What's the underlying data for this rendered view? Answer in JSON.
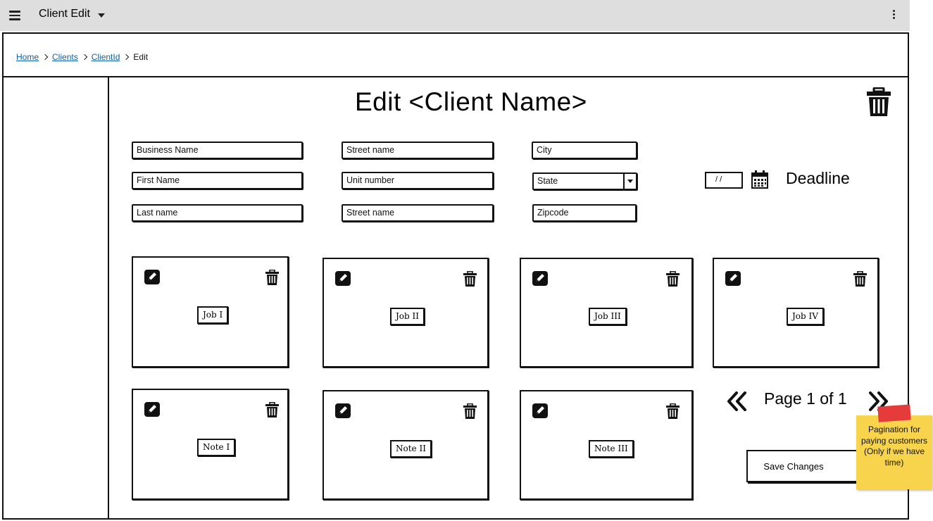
{
  "app": {
    "title": "Client Edit",
    "menu_icon": "hamburger-icon",
    "dropdown_icon": "caret-down-icon",
    "more_icon": "kebab-menu-icon"
  },
  "breadcrumb": {
    "items": [
      "Home",
      "Clients",
      "ClientId"
    ],
    "current": "Edit"
  },
  "page": {
    "title": "Edit <Client Name>",
    "delete_icon": "trash-icon"
  },
  "form": {
    "business_name": "Business Name",
    "first_name": "First Name",
    "last_name": "Last name",
    "street_name": "Street name",
    "unit_number": "Unit number",
    "street_name_2": "Street name",
    "city": "City",
    "state": "State",
    "zipcode": "Zipcode",
    "date": "/ /",
    "deadline_label": "Deadline"
  },
  "jobs": [
    {
      "label": "Job I"
    },
    {
      "label": "Job II"
    },
    {
      "label": "Job III"
    },
    {
      "label": "Job IV"
    }
  ],
  "notes": [
    {
      "label": "Note I"
    },
    {
      "label": "Note II"
    },
    {
      "label": "Note III"
    }
  ],
  "pagination": {
    "label": "Page 1 of 1"
  },
  "actions": {
    "save_label": "Save Changes"
  },
  "sticky_note": {
    "text": "Pagination for paying customers (Only if we have time)",
    "color": "#f7d44c",
    "tape_color": "#e53b3b"
  },
  "colors": {
    "topbar": "#dedede",
    "link": "#0a5fa8"
  }
}
